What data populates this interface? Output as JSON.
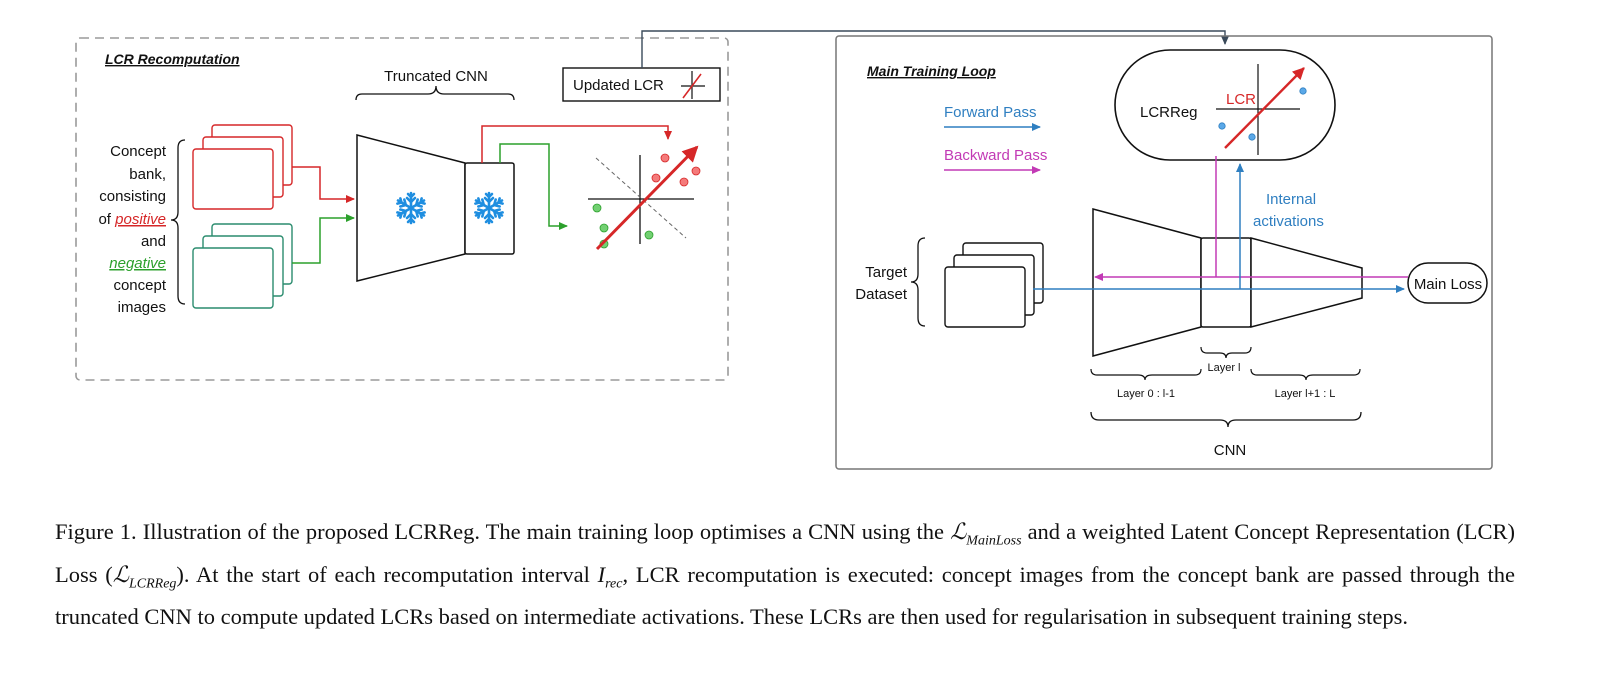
{
  "left_panel": {
    "title": "LCR Recomputation",
    "truncated_cnn_label": "Truncated CNN",
    "updated_lcr_label": "Updated LCR",
    "concept_bank_lines": [
      "Concept",
      "bank,",
      "consisting"
    ],
    "of_word": "of",
    "positive_word": "positive",
    "and_word": "and",
    "negative_word": "negative",
    "concept_word": "concept",
    "images_word": "images"
  },
  "right_panel": {
    "title": "Main Training Loop",
    "forward_pass": "Forward Pass",
    "backward_pass": "Backward Pass",
    "lcrreg_label": "LCRReg",
    "lcr_label": "LCR",
    "internal_activations": [
      "Internal",
      "activations"
    ],
    "target_dataset": [
      "Target",
      "Dataset"
    ],
    "main_loss": "Main Loss",
    "layer_l": "Layer l",
    "layer_0": "Layer 0 : l-1",
    "layer_rest": "Layer l+1 :  L",
    "cnn_label": "CNN"
  },
  "caption": {
    "fig_prefix": "Figure 1.",
    "part1": " Illustration of the proposed LCRReg. The main training loop optimises a CNN using the ",
    "math_main": "ℒ",
    "math_main_sub": "MainLoss",
    "part2": " and a weighted Latent Concept Representation (LCR) Loss (",
    "math_reg": "ℒ",
    "math_reg_sub": "LCRReg",
    "part3": "). At the start of each recomputation interval ",
    "math_irec": "I",
    "math_irec_sub": "rec",
    "part4": ", LCR recomputation is executed: concept images from the concept bank are passed through the truncated CNN to compute updated LCRs based on intermediate activations. These LCRs are then used for regularisation in subsequent training steps."
  },
  "colors": {
    "positive_red": "#d62728",
    "negative_green": "#2ca02c",
    "forward_blue": "#2f7fc1",
    "backward_magenta": "#c23ab5",
    "frame_teal": "#2a8c6e",
    "snowflake_blue": "#1f8ee0"
  }
}
